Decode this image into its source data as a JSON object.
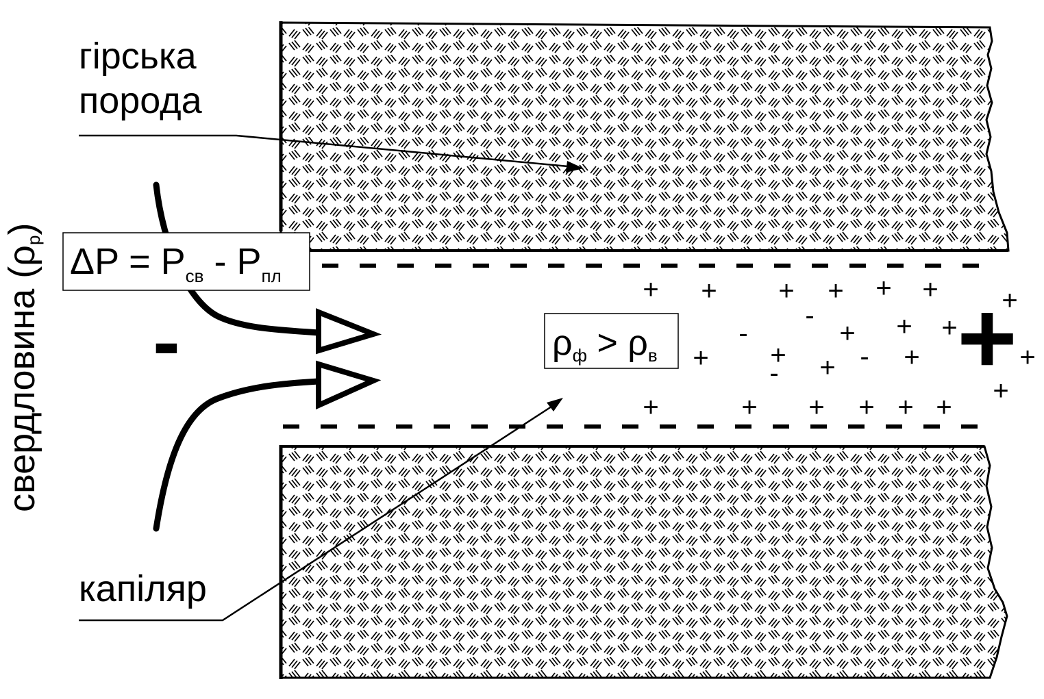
{
  "labels": {
    "rock_line1": "гірська",
    "rock_line2": "порода",
    "capillary": "капіляр",
    "borehole_main": "свердловина (ρ",
    "borehole_sub": "р",
    "borehole_close": ")"
  },
  "pressure_box": {
    "main": "ΔP = P",
    "sub1": "св",
    "middle": " - P",
    "sub2": "пл"
  },
  "density_box": {
    "rho_f": "ρ",
    "sub_f": "ф",
    "op": " > ρ",
    "sub_v": "в"
  },
  "charges": {
    "minus_symbol": "-",
    "plus_symbol": "+",
    "borehole_charge": "-",
    "formation_charge": "+"
  },
  "colors": {
    "ink": "#000000",
    "background": "#ffffff"
  }
}
